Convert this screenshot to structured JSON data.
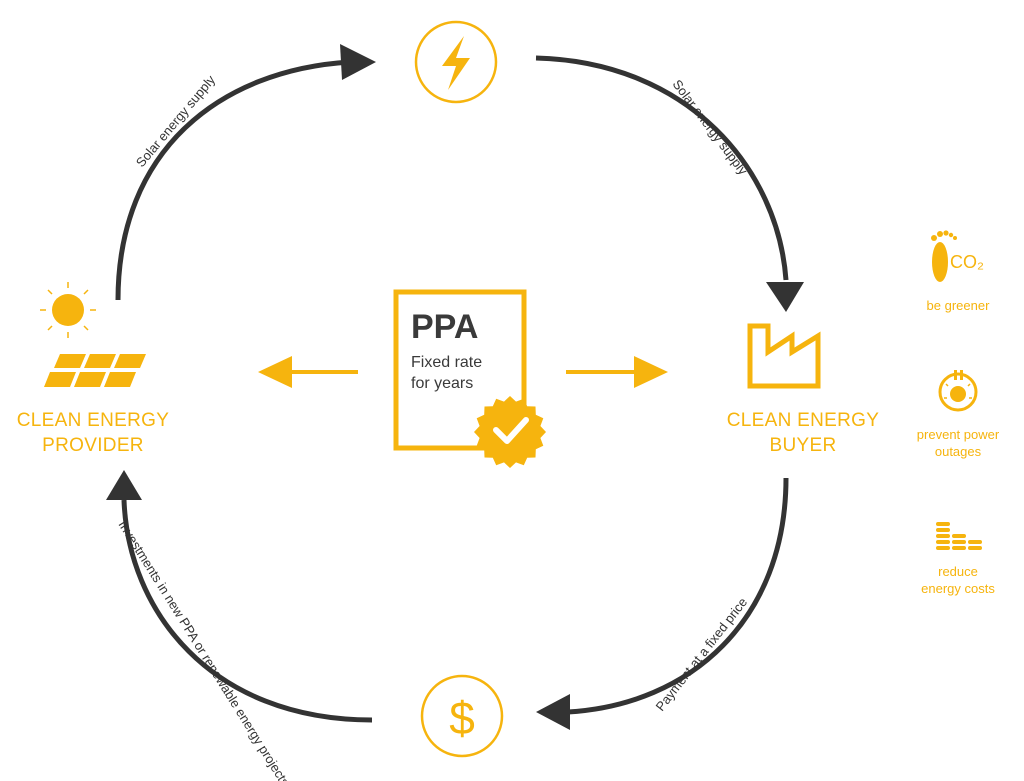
{
  "diagram": {
    "colors": {
      "accent": "#f6b40e",
      "dark": "#333333"
    },
    "flows": {
      "left_top": "Solar energy supply",
      "right_top": "Solar energy supply",
      "right_bottom": "Payment at a fixed price",
      "left_bottom": "Investments in new PPA or renewable energy projects"
    },
    "provider": {
      "line1": "CLEAN ENERGY",
      "line2": "PROVIDER"
    },
    "buyer": {
      "line1": "CLEAN ENERGY",
      "line2": "BUYER"
    },
    "ppa": {
      "title": "PPA",
      "line1": "Fixed rate",
      "line2": "for years"
    },
    "benefits": [
      {
        "icon": "footprint-co2-icon",
        "co2": "CO₂",
        "line1": "be greener",
        "line2": ""
      },
      {
        "icon": "power-plug-icon",
        "line1": "prevent power",
        "line2": "outages"
      },
      {
        "icon": "coins-icon",
        "line1": "reduce",
        "line2": "energy costs"
      }
    ],
    "icons": {
      "top": "lightning-icon",
      "bottom": "dollar-icon",
      "provider": "sun-solar-panel-icon",
      "buyer": "factory-icon",
      "ppa_badge": "checkmark-badge-icon"
    }
  }
}
